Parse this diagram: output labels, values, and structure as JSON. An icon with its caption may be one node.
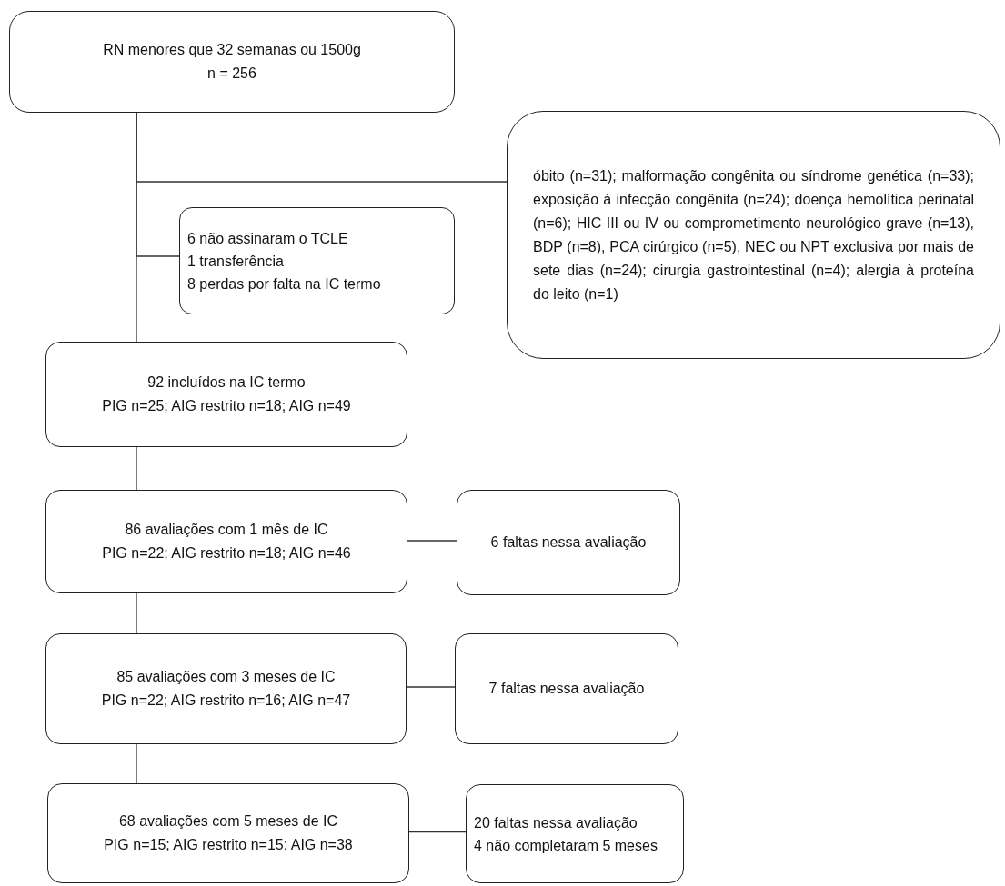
{
  "diagram": {
    "nodes": [
      {
        "text": [
          "RN menores que 32 semanas ou 1500g",
          "n = 256"
        ]
      },
      {
        "text": [
          "óbito (n=31); malformação congênita ou síndrome genética (n=33); exposição à infecção congênita (n=24); doença hemolítica perinatal (n=6); HIC III ou IV ou comprometimento neurológico grave (n=13), BDP (n=8), PCA cirúrgico (n=5), NEC ou NPT exclusiva por mais de sete dias (n=24); cirurgia gastrointestinal (n=4); alergia à proteína do leito (n=1)"
        ]
      },
      {
        "text": [
          "6 não assinaram o TCLE",
          "1 transferência",
          "8 perdas por falta na IC termo"
        ]
      },
      {
        "text": [
          "92 incluídos na IC termo",
          "PIG n=25; AIG restrito n=18; AIG n=49"
        ]
      },
      {
        "text": [
          "86 avaliações com 1 mês de IC",
          "PIG n=22; AIG restrito n=18; AIG n=46"
        ]
      },
      {
        "text": [
          "6 faltas nessa avaliação"
        ]
      },
      {
        "text": [
          "85 avaliações com 3 meses de IC",
          "PIG n=22; AIG restrito n=16; AIG n=47"
        ]
      },
      {
        "text": [
          "7 faltas nessa avaliação"
        ]
      },
      {
        "text": [
          "68 avaliações com 5 meses de IC",
          "PIG n=15; AIG restrito n=15; AIG n=38"
        ]
      },
      {
        "text": [
          "20 faltas nessa avaliação",
          "4 não completaram 5 meses"
        ]
      }
    ],
    "edges": [
      {
        "from": 0,
        "to": 1,
        "arrow": "none"
      },
      {
        "from": 0,
        "to": 2,
        "arrow": "none"
      },
      {
        "from": 0,
        "to": 3,
        "arrow": "none"
      },
      {
        "from": 3,
        "to": 4,
        "arrow": "none"
      },
      {
        "from": 4,
        "to": 5,
        "arrow": "none"
      },
      {
        "from": 4,
        "to": 6,
        "arrow": "none"
      },
      {
        "from": 6,
        "to": 7,
        "arrow": "none"
      },
      {
        "from": 6,
        "to": 8,
        "arrow": "none"
      },
      {
        "from": 8,
        "to": 9,
        "arrow": "none"
      }
    ]
  }
}
